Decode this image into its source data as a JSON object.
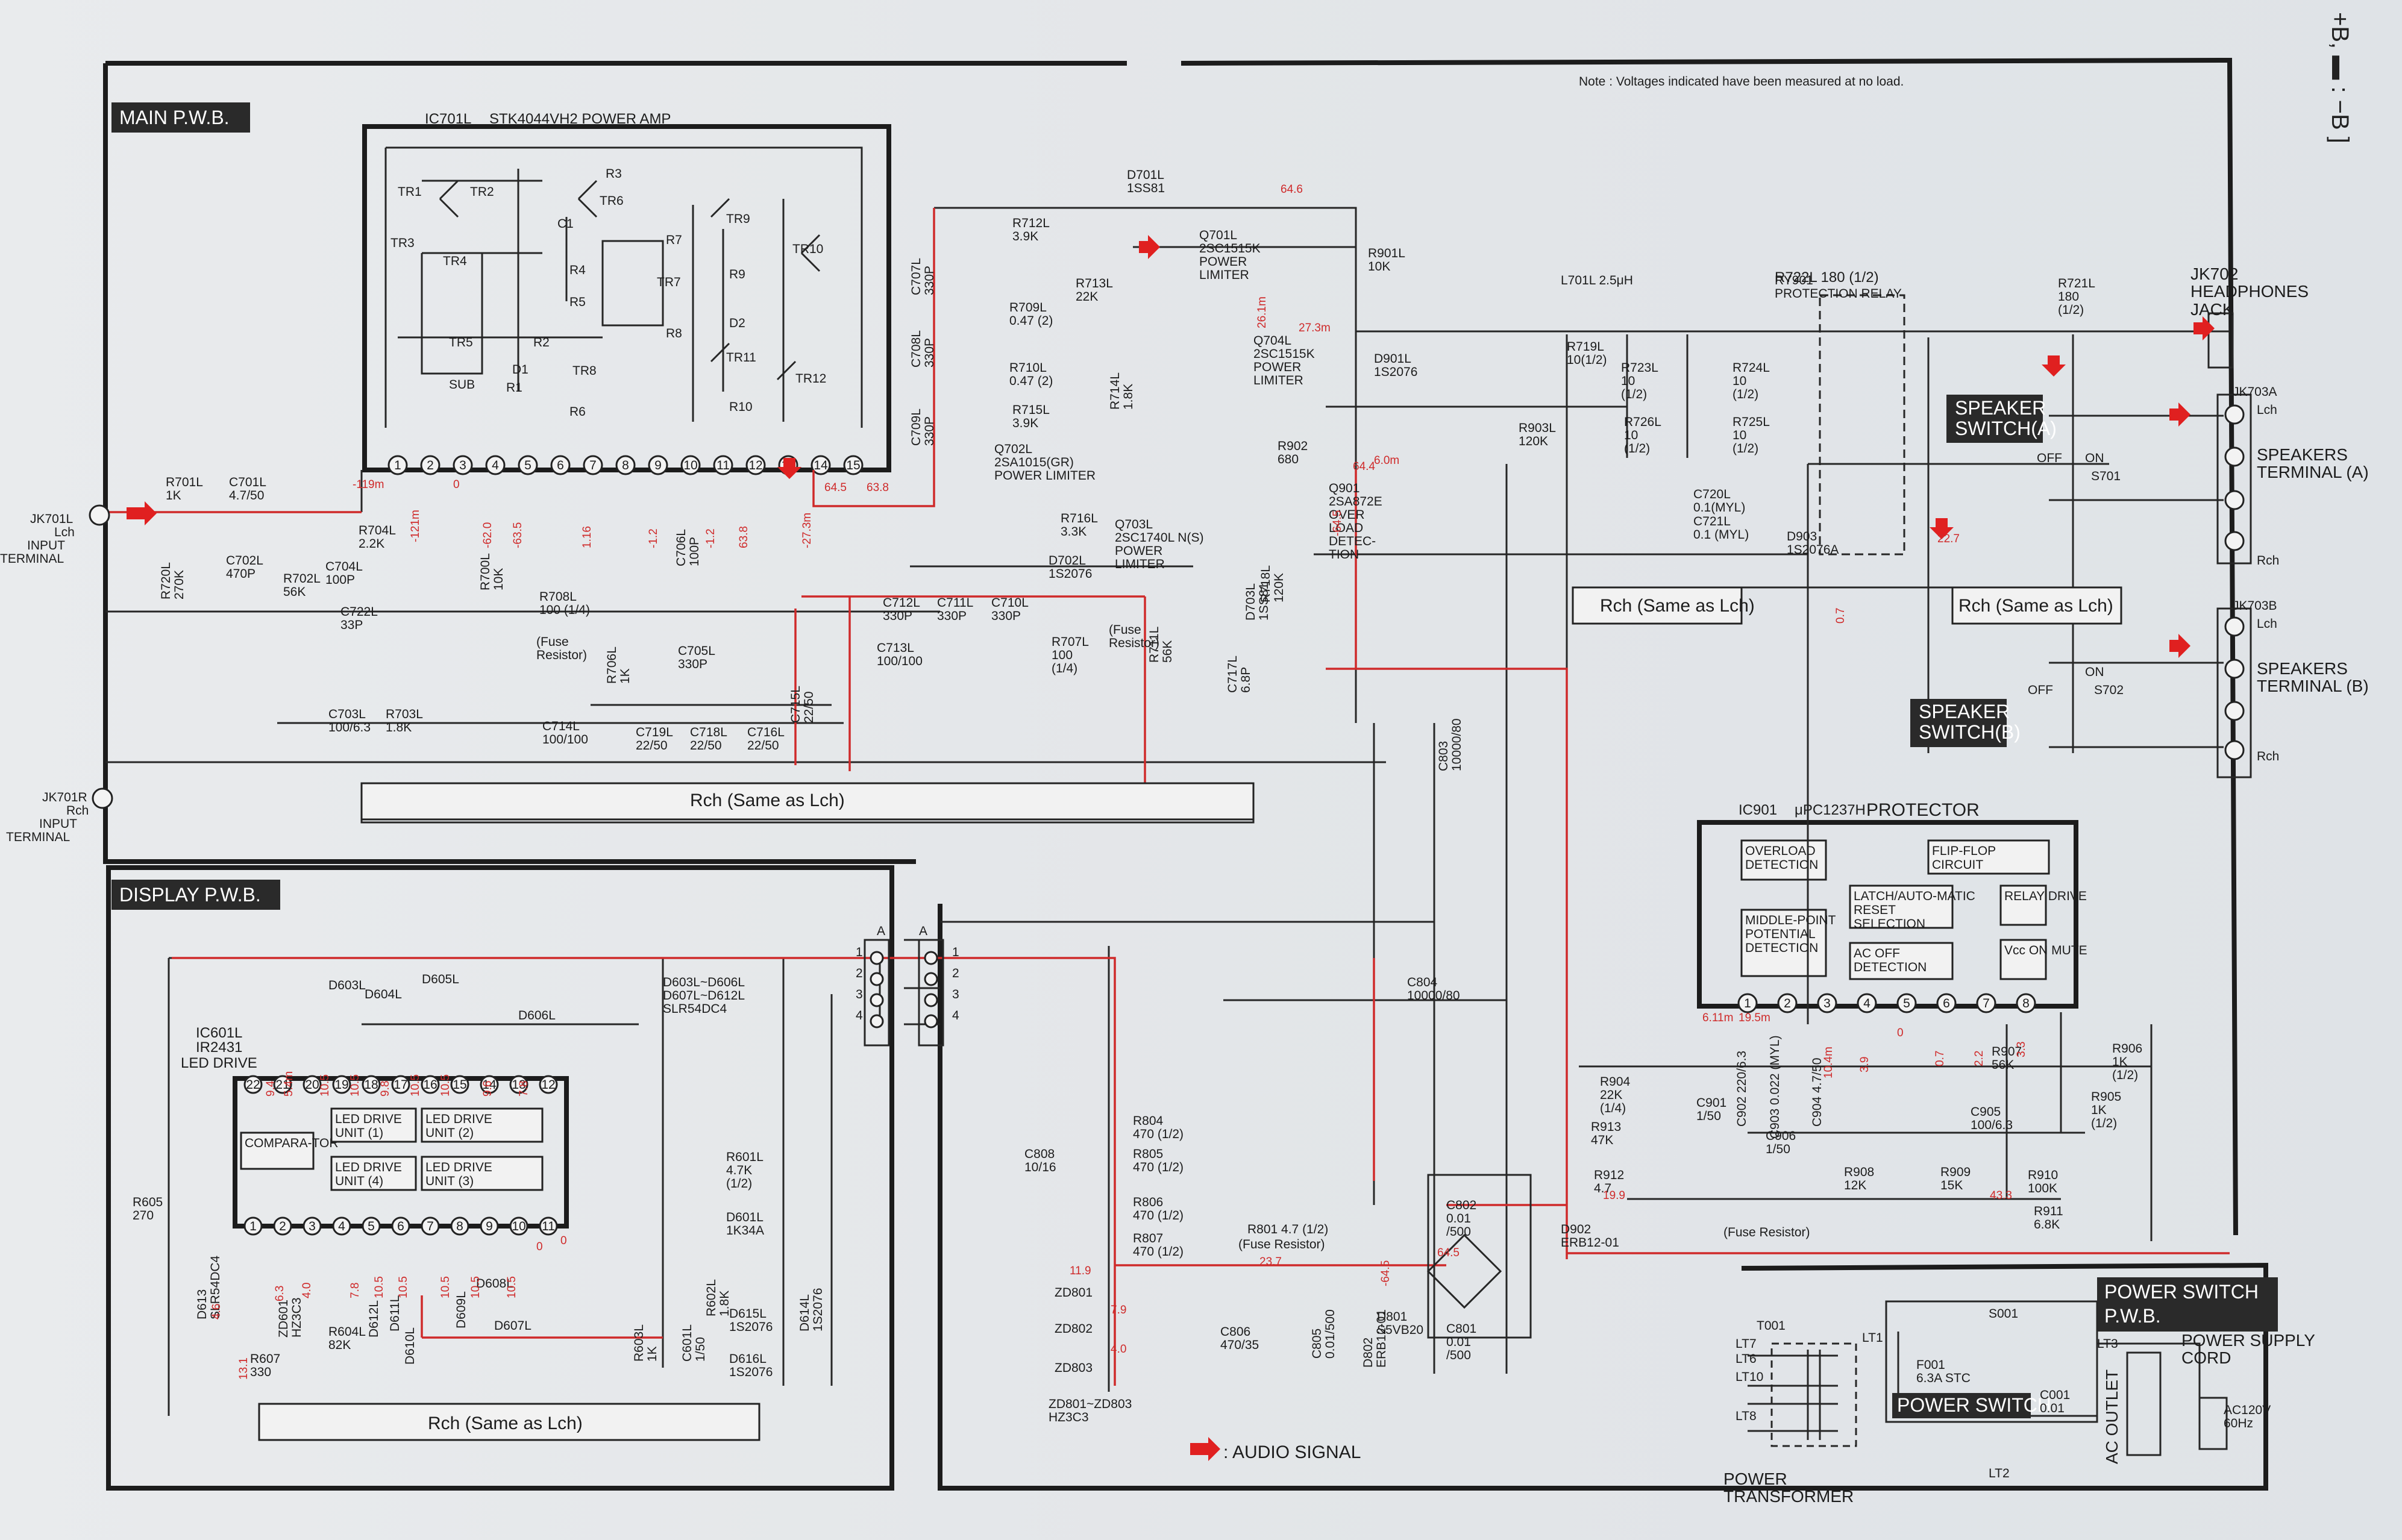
{
  "note": "Note : Voltages indicated have been measured at no load.",
  "corner": {
    "top": "+B, ▬ : −B ]"
  },
  "sections": {
    "main_pwb": "MAIN P.W.B.",
    "display_pwb": "DISPLAY P.W.B.",
    "power_switch_pwb": "POWER SWITCH P.W.B."
  },
  "ic701": {
    "ref": "IC701L",
    "name": "STK4044VH2  POWER AMP",
    "transistors": [
      "TR1",
      "TR2",
      "TR3",
      "TR4",
      "TR5",
      "TR6",
      "TR7",
      "TR8",
      "TR9",
      "TR10",
      "TR11",
      "TR12",
      "SUB"
    ],
    "resistors": [
      "R1",
      "R2",
      "R3",
      "R4",
      "R5",
      "R6",
      "R7",
      "R8",
      "R9",
      "R10"
    ],
    "others": [
      "C1",
      "D1",
      "D2"
    ],
    "pins": [
      "1",
      "2",
      "3",
      "4",
      "5",
      "6",
      "7",
      "8",
      "9",
      "10",
      "11",
      "12",
      "13",
      "14",
      "15"
    ]
  },
  "ic901": {
    "ref": "IC901",
    "part": "μPC1237H",
    "name": "PROTECTOR",
    "blocks": [
      "OVERLOAD DETECTION",
      "FLIP-FLOP CIRCUIT",
      "LATCH/AUTO-MATIC RESET SELECTION",
      "RELAY DRIVE",
      "MIDDLE-POINT POTENTIAL DETECTION",
      "AC OFF DETECTION",
      "Vcc ON MUTE"
    ],
    "pins": [
      "1",
      "2",
      "3",
      "4",
      "5",
      "6",
      "7",
      "8"
    ]
  },
  "ic601": {
    "ref": "IC601L",
    "part": "IR2431",
    "name": "LED DRIVE",
    "blocks": [
      "COMPARA-TOR",
      "LED DRIVE UNIT (1)",
      "LED DRIVE UNIT (2)",
      "LED DRIVE UNIT (4)",
      "LED DRIVE UNIT (3)"
    ],
    "pins_top": [
      "22",
      "21",
      "20",
      "19",
      "18",
      "17",
      "16",
      "15",
      "14",
      "13",
      "12"
    ],
    "pins_bottom": [
      "1",
      "2",
      "3",
      "4",
      "5",
      "6",
      "7",
      "8",
      "9",
      "10",
      "11"
    ]
  },
  "components": [
    {
      "t": "D701L\n1SS81"
    },
    {
      "t": "R712L\n3.9K"
    },
    {
      "t": "Q701L\n2SC1515K\nPOWER\nLIMITER"
    },
    {
      "t": "R901L\n10K"
    },
    {
      "t": "R713L\n22K"
    },
    {
      "t": "R709L\n0.47 (2)"
    },
    {
      "t": "R710L\n0.47 (2)"
    },
    {
      "t": "R715L\n3.9K"
    },
    {
      "t": "R714L\n1.8K"
    },
    {
      "t": "Q702L\n2SA1015(GR)\nPOWER LIMITER"
    },
    {
      "t": "Q704L\n2SC1515K\nPOWER\nLIMITER"
    },
    {
      "t": "D901L\n1S2076"
    },
    {
      "t": "R716L\n3.3K"
    },
    {
      "t": "Q703L\n2SC1740L N(S)\nPOWER\nLIMITER"
    },
    {
      "t": "D702L\n1S2076"
    },
    {
      "t": "R711L\n56K"
    },
    {
      "t": "C717L\n6.8P"
    },
    {
      "t": "D703L\n1SS81"
    },
    {
      "t": "R718L\n120K"
    },
    {
      "t": "R902\n680"
    },
    {
      "t": "Q901\n2SA872E\nOVER\nLOAD\nDETEC-\nTION"
    },
    {
      "t": "C707L\n330P"
    },
    {
      "t": "C708L\n330P"
    },
    {
      "t": "C709L\n330P"
    },
    {
      "t": "R701L\n1K"
    },
    {
      "t": "C701L\n4.7/50"
    },
    {
      "t": "R720L\n270K"
    },
    {
      "t": "C702L\n470P"
    },
    {
      "t": "R702L\n56K"
    },
    {
      "t": "C704L\n100P"
    },
    {
      "t": "R704L\n2.2K"
    },
    {
      "t": "C722L\n33P"
    },
    {
      "t": "R700L\n10K"
    },
    {
      "t": "C706L\n100P"
    },
    {
      "t": "R708L\n100 (1/4)"
    },
    {
      "t": "(Fuse\nResistor)"
    },
    {
      "t": "R706L\n1K"
    },
    {
      "t": "C705L\n330P"
    },
    {
      "t": "C715L\n22/50"
    },
    {
      "t": "C712L\n330P"
    },
    {
      "t": "C711L\n330P"
    },
    {
      "t": "C710L\n330P"
    },
    {
      "t": "C713L\n100/100"
    },
    {
      "t": "R707L\n100\n(1/4)"
    },
    {
      "t": "(Fuse\nResistor)"
    },
    {
      "t": "C703L\n100/6.3"
    },
    {
      "t": "R703L\n1.8K"
    },
    {
      "t": "C714L\n100/100"
    },
    {
      "t": "C719L\n22/50"
    },
    {
      "t": "C718L\n22/50"
    },
    {
      "t": "C716L\n22/50"
    },
    {
      "t": "C803\n10000/80"
    },
    {
      "t": "L701L 2.5μH"
    },
    {
      "t": "R719L\n10(1/2)"
    },
    {
      "t": "R903L\n120K"
    },
    {
      "t": "R723L\n10\n(1/2)"
    },
    {
      "t": "R724L\n10\n(1/2)"
    },
    {
      "t": "R726L\n10\n(1/2)"
    },
    {
      "t": "R725L\n10\n(1/2)"
    },
    {
      "t": "C720L\n0.1(MYL)"
    },
    {
      "t": "C721L\n0.1 (MYL)"
    },
    {
      "t": "RY901\nPROTECTION RELAY"
    },
    {
      "t": "D903\n1S2076A"
    },
    {
      "t": "R721L\n180\n(1/2)"
    },
    {
      "t": "R722L\n180\n(1/2)"
    },
    {
      "t": "C804\n10000/80"
    },
    {
      "t": "R904\n22K\n(1/4)"
    },
    {
      "t": "R913\n47K"
    },
    {
      "t": "C901\n1/50"
    },
    {
      "t": "C902 220/6.3"
    },
    {
      "t": "C903 0.022 (MYL)"
    },
    {
      "t": "C904 4.7/50"
    },
    {
      "t": "C906\n1/50"
    },
    {
      "t": "R908\n12K"
    },
    {
      "t": "R907\n56K"
    },
    {
      "t": "C905\n100/6.3"
    },
    {
      "t": "R906\n1K\n(1/2)"
    },
    {
      "t": "R905\n1K\n(1/2)"
    },
    {
      "t": "R909\n15K"
    },
    {
      "t": "R910\n100K"
    },
    {
      "t": "R911\n6.8K"
    },
    {
      "t": "R912\n4.7"
    },
    {
      "t": "(Fuse Resistor)"
    },
    {
      "t": "D902\nERB12-01"
    },
    {
      "t": "C808\n10/16"
    },
    {
      "t": "R804\n470 (1/2)"
    },
    {
      "t": "R805\n470 (1/2)"
    },
    {
      "t": "R806\n470 (1/2)"
    },
    {
      "t": "R807\n470 (1/2)"
    },
    {
      "t": "R801 4.7 (1/2)"
    },
    {
      "t": "(Fuse Resistor)"
    },
    {
      "t": "C806\n470/35"
    },
    {
      "t": "C805\n0.01/500"
    },
    {
      "t": "D802\nERB12-01"
    },
    {
      "t": "D801\nS5VB20"
    },
    {
      "t": "C802\n0.01\n/500"
    },
    {
      "t": "C801\n0.01\n/500"
    },
    {
      "t": "ZD801"
    },
    {
      "t": "ZD802"
    },
    {
      "t": "ZD803"
    },
    {
      "t": "ZD801~ZD803\nHZ3C3"
    },
    {
      "t": "T001"
    },
    {
      "t": "F001\n6.3A STC"
    },
    {
      "t": "S001"
    },
    {
      "t": "C001\n0.01"
    },
    {
      "t": "D603L~D606L\nD607L~D612L\nSLR54DC4"
    },
    {
      "t": "R601L\n4.7K\n(1/2)"
    },
    {
      "t": "D601L\n1K34A"
    },
    {
      "t": "R605\n270"
    },
    {
      "t": "D613\nSLR54DC4"
    },
    {
      "t": "R607\n330"
    },
    {
      "t": "ZD601\nHZ3C3"
    },
    {
      "t": "R604L\n82K"
    },
    {
      "t": "R603L\n1K"
    },
    {
      "t": "C601L\n1/50"
    },
    {
      "t": "R602L\n1.8K"
    },
    {
      "t": "D615L\n1S2076"
    },
    {
      "t": "D616L\n1S2076"
    },
    {
      "t": "D614L\n1S2076"
    },
    {
      "t": "D603L"
    },
    {
      "t": "D604L"
    },
    {
      "t": "D605L"
    },
    {
      "t": "D606L"
    },
    {
      "t": "D607L"
    },
    {
      "t": "D608L"
    },
    {
      "t": "D609L"
    },
    {
      "t": "D610L"
    },
    {
      "t": "D611L"
    },
    {
      "t": "D612L"
    }
  ],
  "labels": {
    "jk701l": "JK701L\nLch\nINPUT\nTERMINAL",
    "jk701r": "JK701R\nRch\nINPUT\nTERMINAL",
    "jk702": "JK702\nHEADPHONES\nJACK",
    "jk703a": "JK703A",
    "jk703b": "JK703B",
    "spk_a": "SPEAKERS\nTERMINAL (A)",
    "spk_b": "SPEAKERS\nTERMINAL (B)",
    "speaker_switch_a": "SPEAKER\nSWITCH(A)",
    "speaker_switch_b": "SPEAKER\nSWITCH(B)",
    "s701": "S701",
    "s702": "S702",
    "lch": "Lch",
    "rch": "Rch",
    "off": "OFF",
    "on": "ON",
    "rch_same_1": "Rch (Same as Lch)",
    "rch_same_2": "Rch (Same as Lch)",
    "rch_same_3": "Rch (Same as Lch)",
    "rch_same_4": "Rch (Same as Lch)",
    "power_transformer": "POWER\nTRANSFORMER",
    "power_switch": "POWER SWITCH",
    "power_supply_cord": "POWER SUPPLY\nCORD",
    "ac_outlet": "AC OUTLET",
    "ac120v": "AC120V\n60Hz",
    "audio_signal": ": AUDIO SIGNAL",
    "connector_a": "A",
    "taps": [
      "LT7",
      "LT6",
      "LT10",
      "LT8",
      "LT1",
      "LT3",
      "LT2"
    ],
    "conn_pins": [
      "1",
      "2",
      "3",
      "4"
    ]
  },
  "voltages": [
    "64.6",
    "-119m",
    "-121m",
    "0",
    "-62.0",
    "-63.5",
    "1.16",
    "-1.2",
    "-1.2",
    "63.8",
    "-27.3m",
    "64.5",
    "63.8",
    "27.3m",
    "26.1m",
    "-64.5",
    "64.4",
    "6.0m",
    "22.7",
    "0.7",
    "6.11m",
    "19.5m",
    "10.4m",
    "3.9",
    "0",
    "0.7",
    "2.2",
    "3.3",
    "43.3",
    "19.9",
    "23.7",
    "-64.5",
    "64.5",
    "11.9",
    "7.9",
    "4.0",
    "9.4",
    "5.4m",
    "10.5",
    "10.5",
    "9.8",
    "10.5",
    "10.5",
    "9.6",
    "7.8",
    "7.8",
    "10.5",
    "10.5",
    "6.3",
    "4.0",
    "10.5",
    "10.5",
    "10.5",
    "0",
    "13.1",
    "4.6",
    "0"
  ]
}
